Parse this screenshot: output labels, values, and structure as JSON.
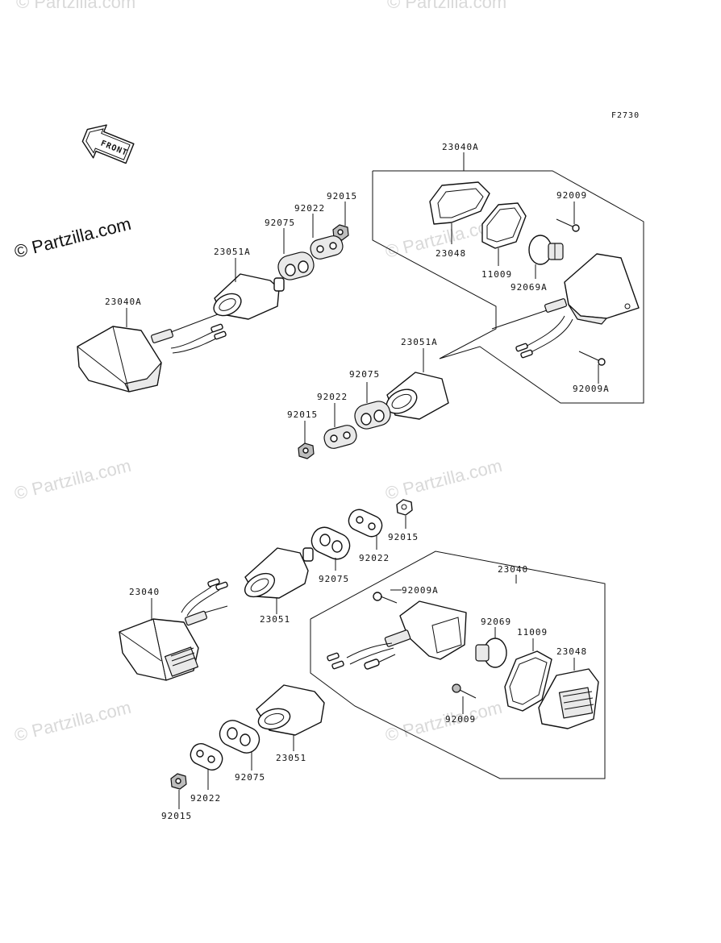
{
  "diagram": {
    "code": "F2730",
    "front_label": "FRONT",
    "watermark_main": "© Partzilla.com",
    "watermark_faint": "© Partzilla.com",
    "labels": {
      "upper_assembly": "23040A",
      "upper_92009": "92009",
      "upper_23048": "23048",
      "upper_11009": "11009",
      "upper_92069A": "92069A",
      "upper_92009A": "92009A",
      "upper_left_92015": "92015",
      "upper_left_92022": "92022",
      "upper_left_92075": "92075",
      "upper_left_23051A": "23051A",
      "upper_left_23040A": "23040A",
      "upper_right_23051A": "23051A",
      "upper_right_92075": "92075",
      "upper_right_92022": "92022",
      "upper_right_92015": "92015",
      "lower_92015_top": "92015",
      "lower_92022_top": "92022",
      "lower_92075_top": "92075",
      "lower_23051_top": "23051",
      "lower_23040_left": "23040",
      "lower_assembly": "23040",
      "lower_92009A": "92009A",
      "lower_92069": "92069",
      "lower_11009": "11009",
      "lower_23048": "23048",
      "lower_92009": "92009",
      "lower_23051_bottom": "23051",
      "lower_92075_bottom": "92075",
      "lower_92022_bottom": "92022",
      "lower_92015_bottom": "92015"
    }
  }
}
